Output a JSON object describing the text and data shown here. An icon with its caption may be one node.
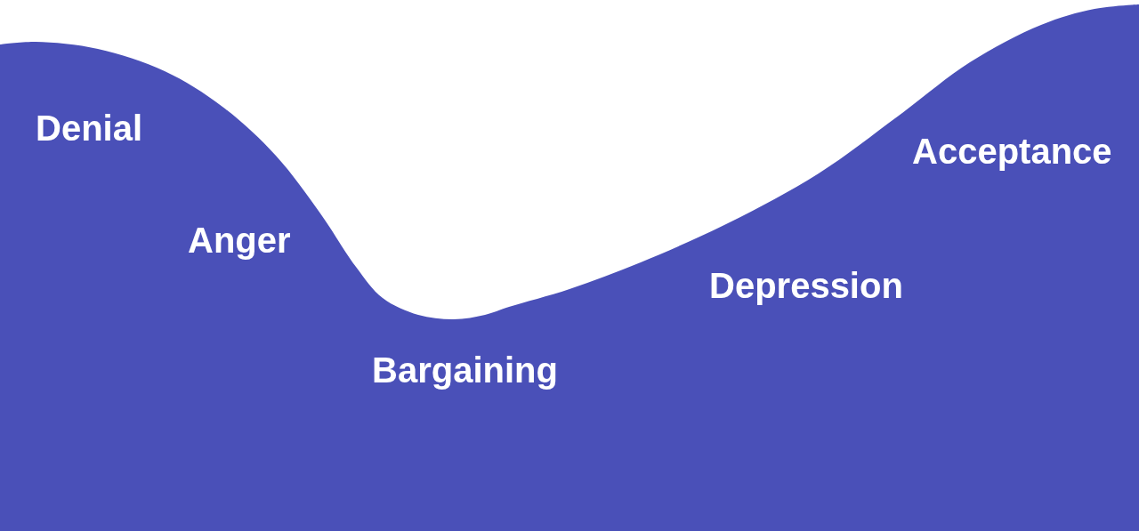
{
  "diagram": {
    "labels": [
      "Denial",
      "Anger",
      "Bargaining",
      "Depression",
      "Acceptance"
    ]
  }
}
